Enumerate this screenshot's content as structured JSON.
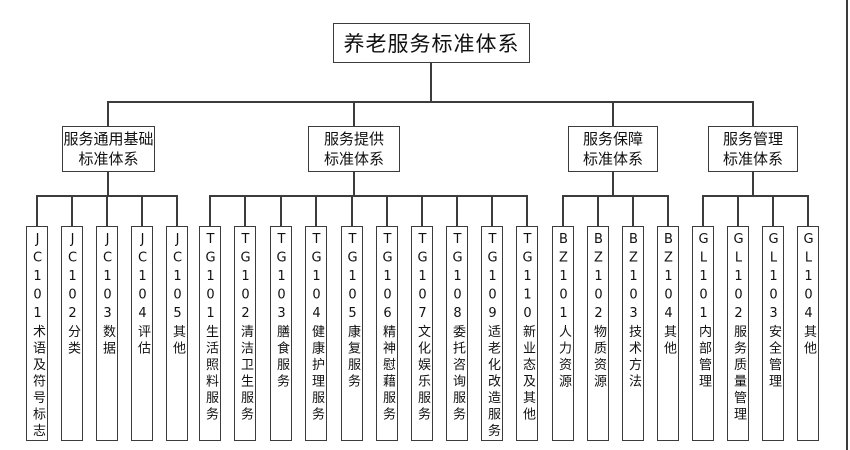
{
  "root": {
    "label": "养老服务标准体系"
  },
  "branches": [
    {
      "id": "JC",
      "lines": [
        "服务通用基础",
        "标准体系"
      ],
      "children": [
        {
          "code": "JC101",
          "name": "术语及符号标志"
        },
        {
          "code": "JC102",
          "name": "分类"
        },
        {
          "code": "JC103",
          "name": "数据"
        },
        {
          "code": "JC104",
          "name": "评估"
        },
        {
          "code": "JC105",
          "name": "其他"
        }
      ]
    },
    {
      "id": "TG",
      "lines": [
        "服务提供",
        "标准体系"
      ],
      "children": [
        {
          "code": "TG101",
          "name": "生活照料服务"
        },
        {
          "code": "TG102",
          "name": "清洁卫生服务"
        },
        {
          "code": "TG103",
          "name": "膳食服务"
        },
        {
          "code": "TG104",
          "name": "健康护理服务"
        },
        {
          "code": "TG105",
          "name": "康复服务"
        },
        {
          "code": "TG106",
          "name": "精神慰藉服务"
        },
        {
          "code": "TG107",
          "name": "文化娱乐服务"
        },
        {
          "code": "TG108",
          "name": "委托咨询服务"
        },
        {
          "code": "TG109",
          "name": "适老化改造服务"
        },
        {
          "code": "TG110",
          "name": "新业态及其他"
        }
      ]
    },
    {
      "id": "BZ",
      "lines": [
        "服务保障",
        "标准体系"
      ],
      "children": [
        {
          "code": "BZ101",
          "name": "人力资源"
        },
        {
          "code": "BZ102",
          "name": "物质资源"
        },
        {
          "code": "BZ103",
          "name": "技术方法"
        },
        {
          "code": "BZ104",
          "name": "其他"
        }
      ]
    },
    {
      "id": "GL",
      "lines": [
        "服务管理",
        "标准体系"
      ],
      "children": [
        {
          "code": "GL101",
          "name": "内部管理"
        },
        {
          "code": "GL102",
          "name": "服务质量管理"
        },
        {
          "code": "GL103",
          "name": "安全管理"
        },
        {
          "code": "GL104",
          "name": "其他"
        }
      ]
    }
  ],
  "colors": {
    "line": "#3c3c3c",
    "border": "#3c3c3c",
    "background": "#ffffff",
    "text": "#111111"
  }
}
